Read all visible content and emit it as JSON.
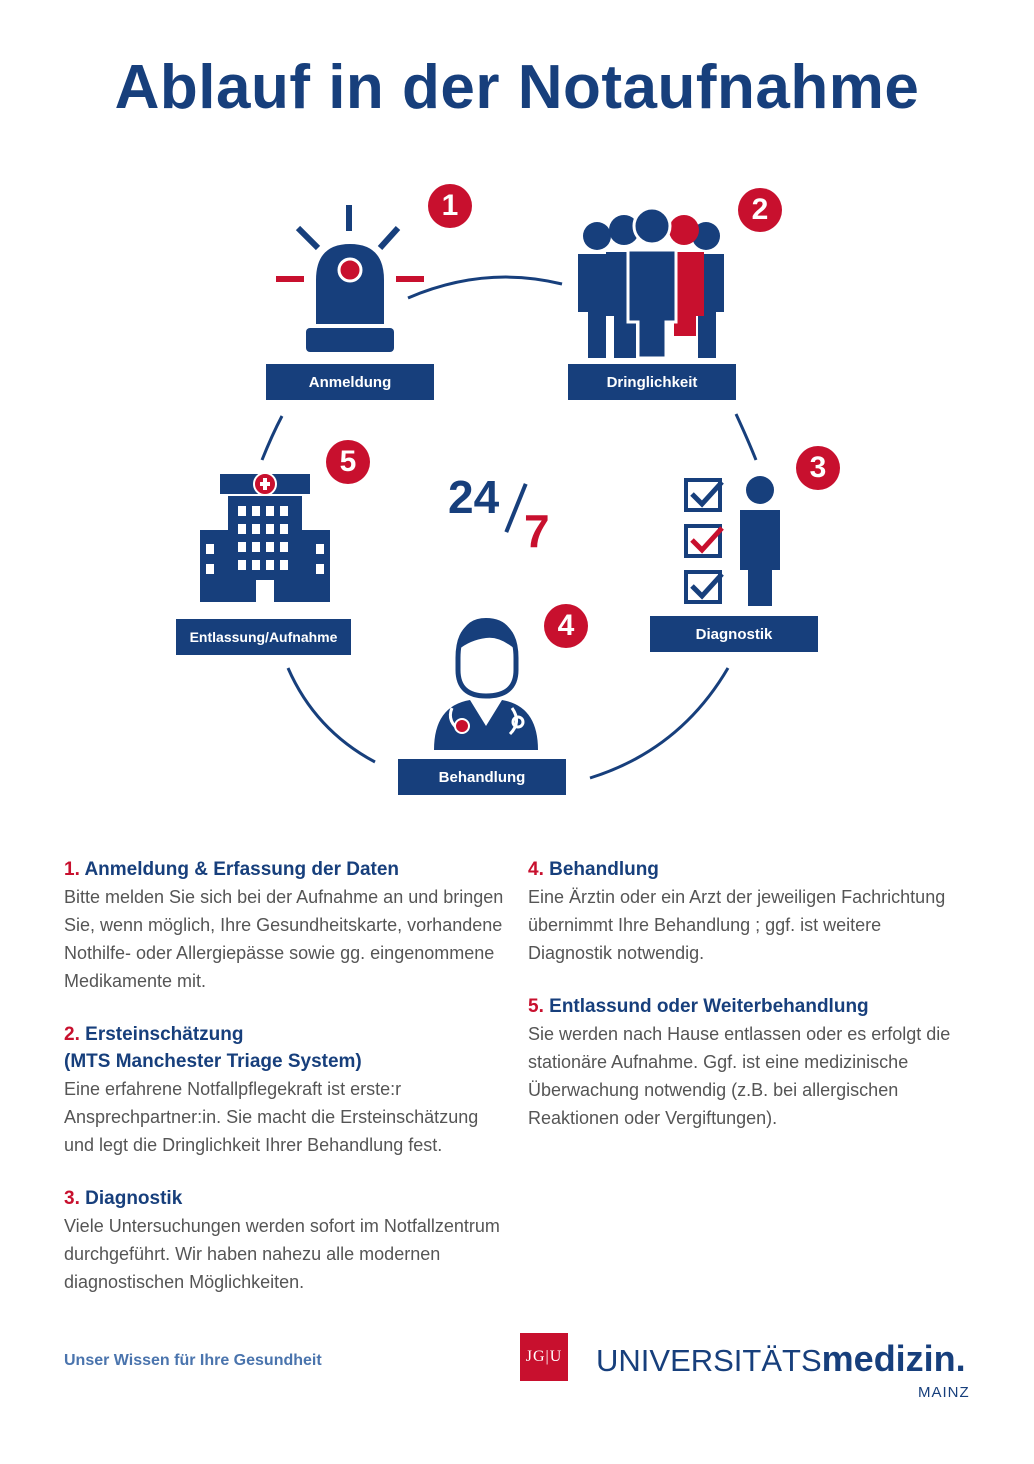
{
  "title": "Ablauf in der Notaufnahme",
  "diagram": {
    "center_top": "24",
    "center_bottom": "7",
    "steps": [
      {
        "number": "1",
        "label": "Anmeldung",
        "icon": "siren-icon"
      },
      {
        "number": "2",
        "label": "Dringlichkeit",
        "icon": "crowd-icon"
      },
      {
        "number": "3",
        "label": "Diagnostik",
        "icon": "checklist-person-icon"
      },
      {
        "number": "4",
        "label": "Behandlung",
        "icon": "doctor-icon"
      },
      {
        "number": "5",
        "label": "Entlassung/Aufnahme",
        "icon": "hospital-icon"
      }
    ]
  },
  "sections": [
    {
      "num": "1.",
      "title": "Anmeldung & Erfassung der Daten",
      "text": "Bitte melden Sie sich bei der Aufnahme an und bringen Sie, wenn möglich, Ihre Gesundheitskarte, vorhandene Nothilfe- oder Allergiepässe sowie gg. eingenommene Medikamente mit."
    },
    {
      "num": "2.",
      "title": "Ersteinschätzung",
      "title2": "(MTS Manchester Triage System)",
      "text": "Eine erfahrene Notfallpflegekraft ist erste:r Ansprechpartner:in. Sie macht die Ersteinschätzung und legt die Dringlichkeit Ihrer Behandlung fest."
    },
    {
      "num": "3.",
      "title": "Diagnostik",
      "text": "Viele Untersuchungen werden sofort im Notfallzentrum durchgeführt. Wir haben nahezu alle modernen diagnostischen Möglichkeiten."
    },
    {
      "num": "4.",
      "title": "Behandlung",
      "text": "Eine Ärztin oder ein Arzt der jeweiligen Fachrichtung übernimmt Ihre Behandlung ; ggf. ist weitere Diagnostik notwendig."
    },
    {
      "num": "5.",
      "title": "Entlassund oder Weiterbehandlung",
      "text": "Sie werden nach Hause entlassen oder es erfolgt die stationäre Aufnahme. Ggf. ist eine medizinische Überwachung notwendig (z.B. bei allergischen Reaktionen oder Vergiftungen)."
    }
  ],
  "footer": {
    "tagline": "Unser Wissen für Ihre Gesundheit",
    "jgu": "JG|U",
    "uni_prefix": "UNIVERSITÄTS",
    "uni_bold": "medizin.",
    "city": "MAINZ"
  },
  "colors": {
    "navy": "#173f7c",
    "red": "#c8102e"
  }
}
